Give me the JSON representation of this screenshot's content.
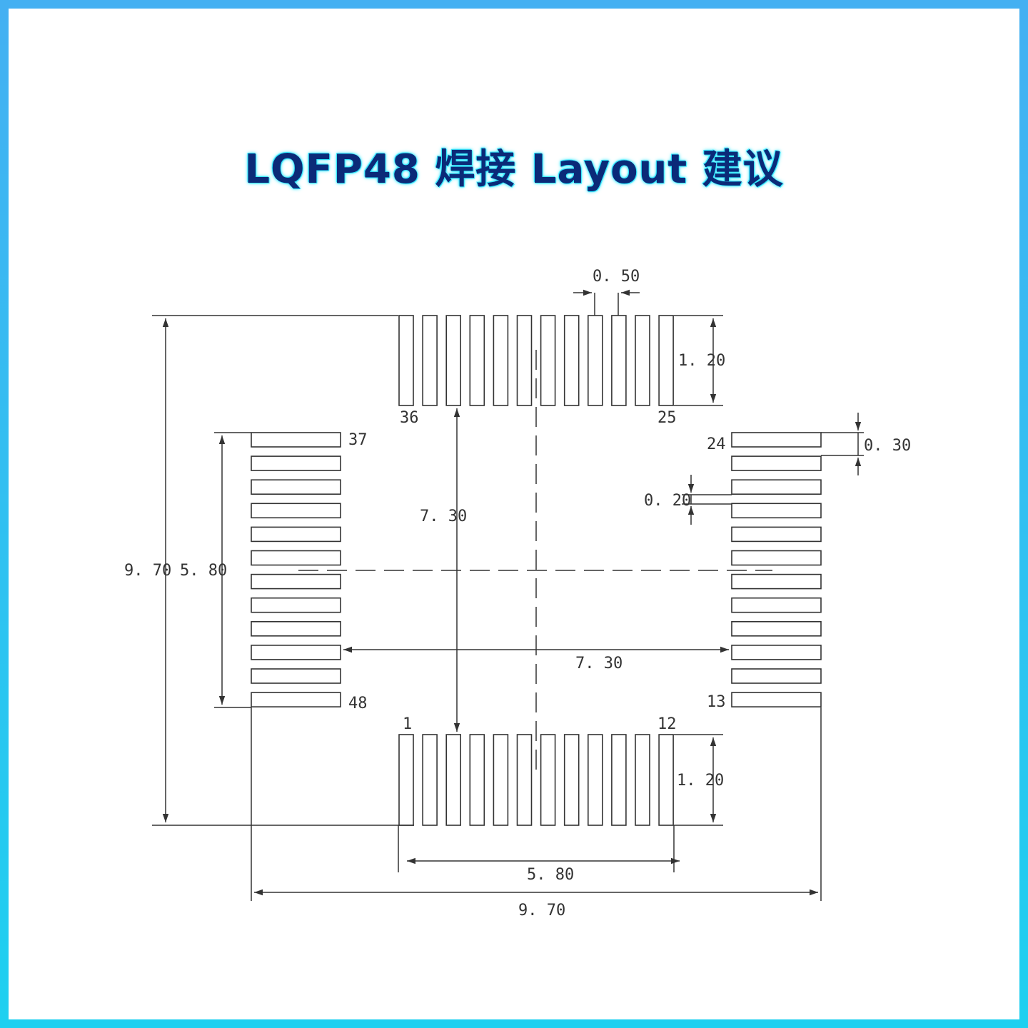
{
  "title": "LQFP48 焊接 Layout 建议",
  "pins": {
    "p1": "1",
    "p12": "12",
    "p13": "13",
    "p24": "24",
    "p25": "25",
    "p36": "36",
    "p37": "37",
    "p48": "48"
  },
  "dimensions": {
    "pitch": "0. 50",
    "pad_length_top": "1. 20",
    "pad_length_bottom": "1. 20",
    "pad_width": "0. 30",
    "pad_gap": "0. 20",
    "inner_span_vertical": "7. 30",
    "inner_span_horizontal": "7. 30",
    "row_span_left": "5. 80",
    "row_span_bottom": "5. 80",
    "overall_vertical": "9. 70",
    "overall_horizontal": "9. 70"
  },
  "colors": {
    "frame": "#44b0f2",
    "title_text": "#0b2a78",
    "title_glow": "#35e8ff",
    "line": "#333333"
  }
}
